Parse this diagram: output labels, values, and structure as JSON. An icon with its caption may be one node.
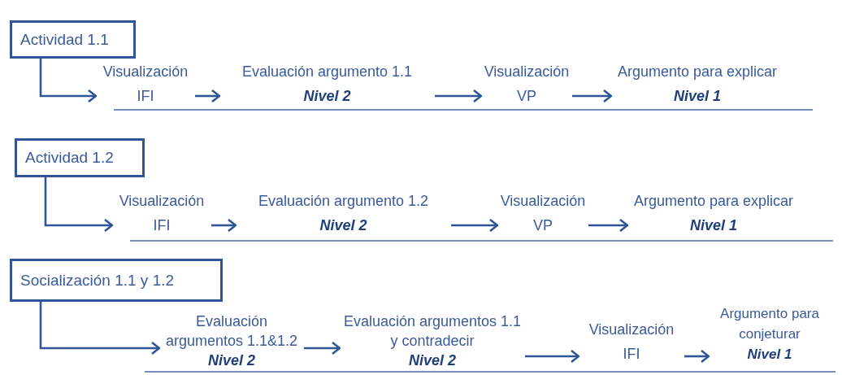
{
  "diagram": {
    "nodes": [
      {
        "text": [
          "Actividad 1.1"
        ]
      },
      {
        "text": [
          "Visualización IFI"
        ]
      },
      {
        "text": [
          "Evaluación argumento 1.1",
          "Nivel 2"
        ]
      },
      {
        "text": [
          "Visualización VP"
        ]
      },
      {
        "text": [
          "Argumento para explicar",
          "Nivel 1"
        ]
      },
      {
        "text": [
          "Actividad 1.2"
        ]
      },
      {
        "text": [
          "Visualización IFI"
        ]
      },
      {
        "text": [
          "Evaluación argumento 1.2",
          "Nivel 2"
        ]
      },
      {
        "text": [
          "Visualización VP"
        ]
      },
      {
        "text": [
          "Argumento para explicar",
          "Nivel 1"
        ]
      },
      {
        "text": [
          "Socialización 1.1 y 1.2"
        ]
      },
      {
        "text": [
          "Evaluación argumentos 1.1&1.2",
          "Nivel 2"
        ]
      },
      {
        "text": [
          "Evaluación argumentos 1.1 y contradecir",
          "Nivel 2"
        ]
      },
      {
        "text": [
          "Visualización IFI"
        ]
      },
      {
        "text": [
          "Argumento para conjeturar",
          "Nivel 1"
        ]
      }
    ],
    "edges": [
      {
        "from": 0,
        "to": 1,
        "arrow": "to"
      },
      {
        "from": 1,
        "to": 2,
        "arrow": "to"
      },
      {
        "from": 2,
        "to": 3,
        "arrow": "to"
      },
      {
        "from": 3,
        "to": 4,
        "arrow": "to"
      },
      {
        "from": 5,
        "to": 6,
        "arrow": "to"
      },
      {
        "from": 6,
        "to": 7,
        "arrow": "to"
      },
      {
        "from": 7,
        "to": 8,
        "arrow": "to"
      },
      {
        "from": 8,
        "to": 9,
        "arrow": "to"
      },
      {
        "from": 10,
        "to": 11,
        "arrow": "to"
      },
      {
        "from": 11,
        "to": 12,
        "arrow": "to"
      },
      {
        "from": 12,
        "to": 13,
        "arrow": "to"
      },
      {
        "from": 13,
        "to": 14,
        "arrow": "to"
      }
    ]
  }
}
